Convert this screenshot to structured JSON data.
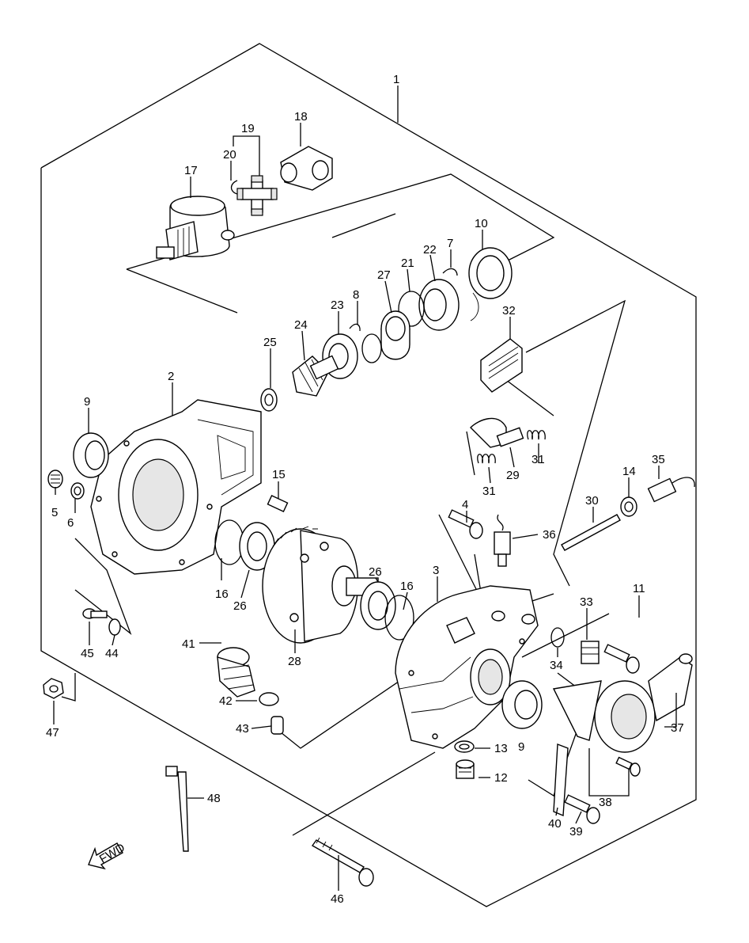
{
  "diagram": {
    "labels": [
      "1",
      "2",
      "3",
      "4",
      "5",
      "6",
      "7",
      "8",
      "9",
      "9",
      "10",
      "11",
      "12",
      "13",
      "14",
      "15",
      "16",
      "16",
      "17",
      "18",
      "19",
      "20",
      "21",
      "22",
      "23",
      "24",
      "25",
      "26",
      "26",
      "27",
      "28",
      "29",
      "30",
      "31",
      "31",
      "32",
      "33",
      "34",
      "35",
      "36",
      "37",
      "38",
      "39",
      "40",
      "41",
      "42",
      "43",
      "44",
      "45",
      "46",
      "47",
      "48"
    ],
    "fwd": "FWD"
  },
  "colors": {
    "line": "#000000",
    "fill": "#ffffff",
    "shade": "#e6e6e6"
  }
}
